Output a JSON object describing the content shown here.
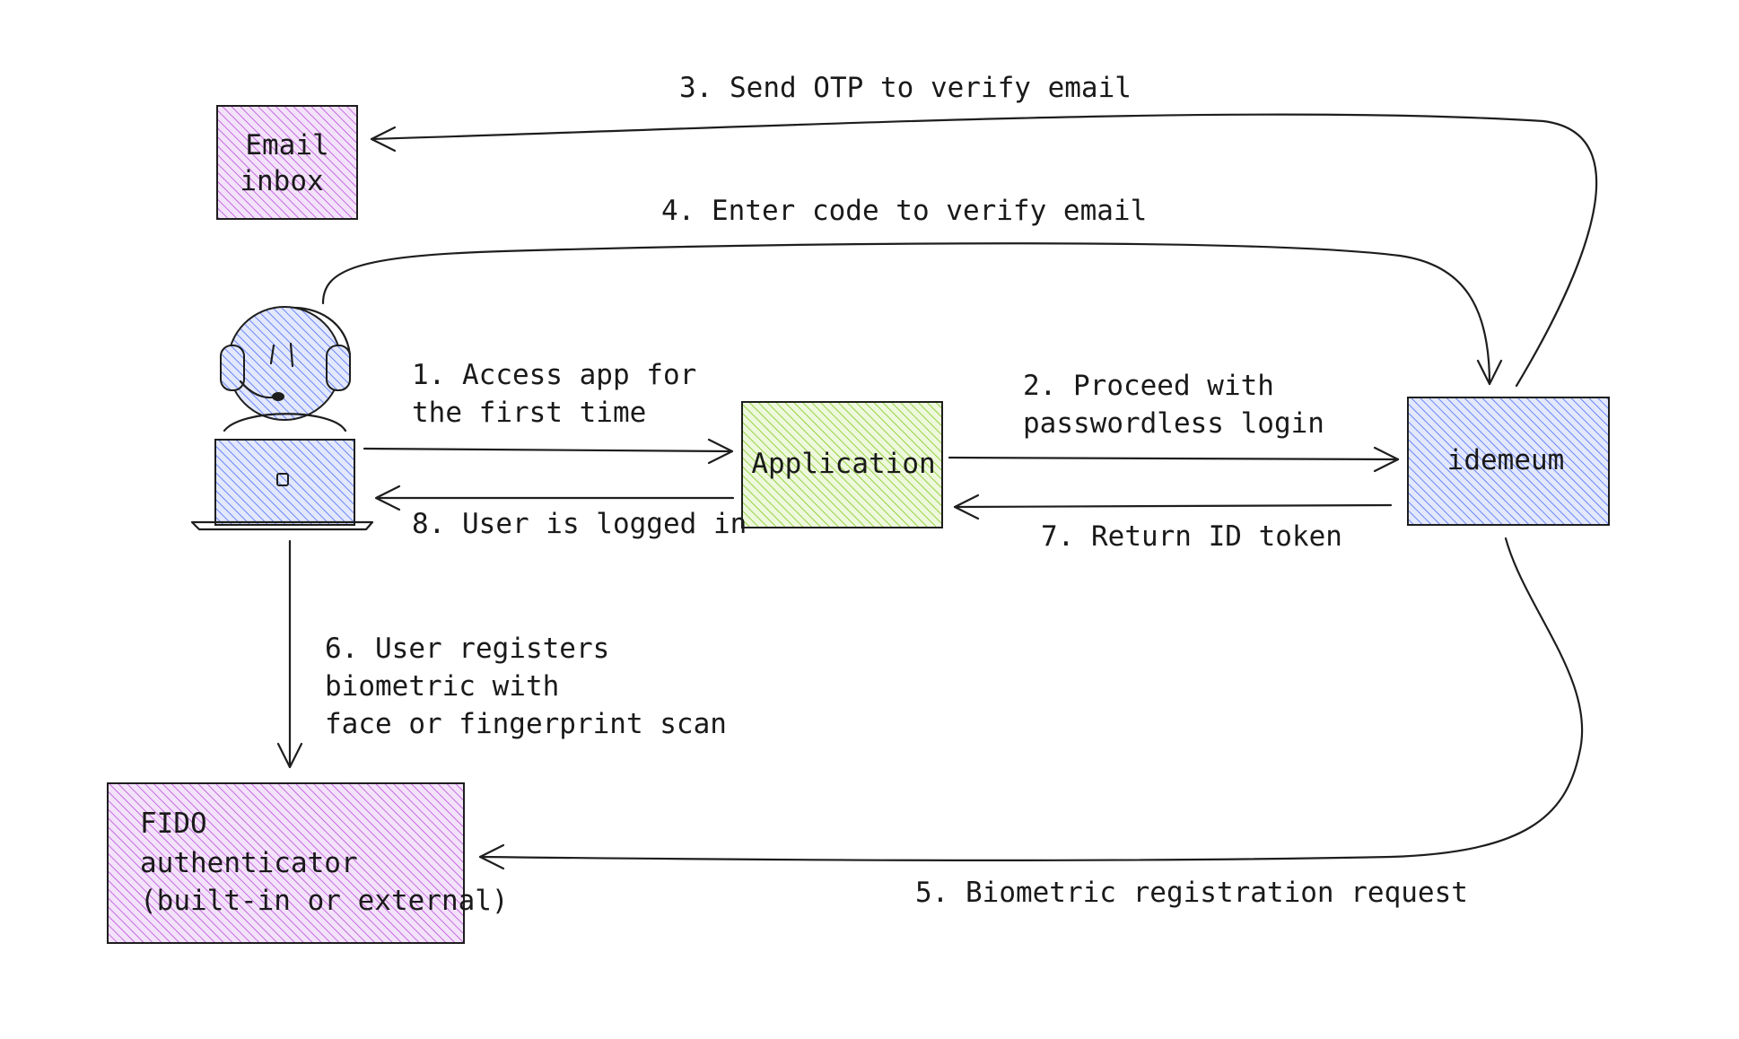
{
  "nodes": {
    "email_inbox": {
      "lines": [
        "Email",
        "inbox"
      ],
      "color": "#be4bdb"
    },
    "application": {
      "label": "Application",
      "color": "#82c91e"
    },
    "idemeum": {
      "label": "idemeum",
      "color": "#4c6ef5"
    },
    "fido": {
      "lines": [
        "FIDO",
        "authenticator",
        "(built-in or external)"
      ],
      "color": "#be4bdb"
    }
  },
  "edges": {
    "step1": [
      "1. Access app for",
      "the first time"
    ],
    "step2": [
      "2. Proceed with",
      "passwordless login"
    ],
    "step3": "3. Send OTP to verify email",
    "step4": "4. Enter code to verify email",
    "step5": "5. Biometric registration request",
    "step6": [
      "6. User registers",
      "biometric with",
      "face or fingerprint scan"
    ],
    "step7": "7. Return ID token",
    "step8": "8. User is logged in"
  },
  "colors": {
    "stroke": "#1e1e1e",
    "user_blue": "#4c6ef5"
  }
}
